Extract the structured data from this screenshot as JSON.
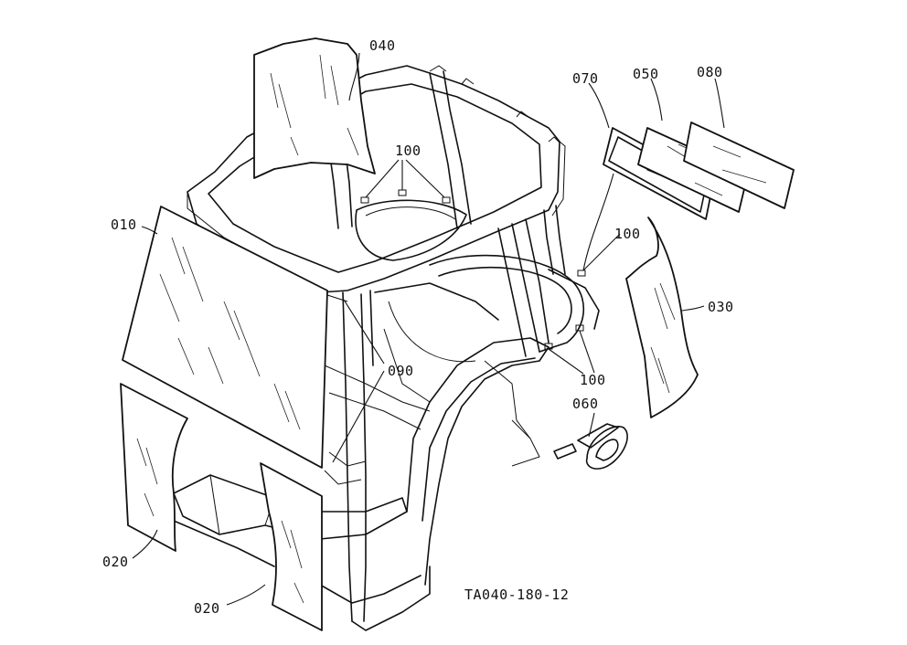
{
  "callouts": {
    "p010": "010",
    "p020a": "020",
    "p020b": "020",
    "p030": "030",
    "p040": "040",
    "p050": "050",
    "p060": "060",
    "p070": "070",
    "p080": "080",
    "p090": "090",
    "p100a": "100",
    "p100b": "100",
    "p100c": "100"
  },
  "drawing_code": "TA040-180-12"
}
